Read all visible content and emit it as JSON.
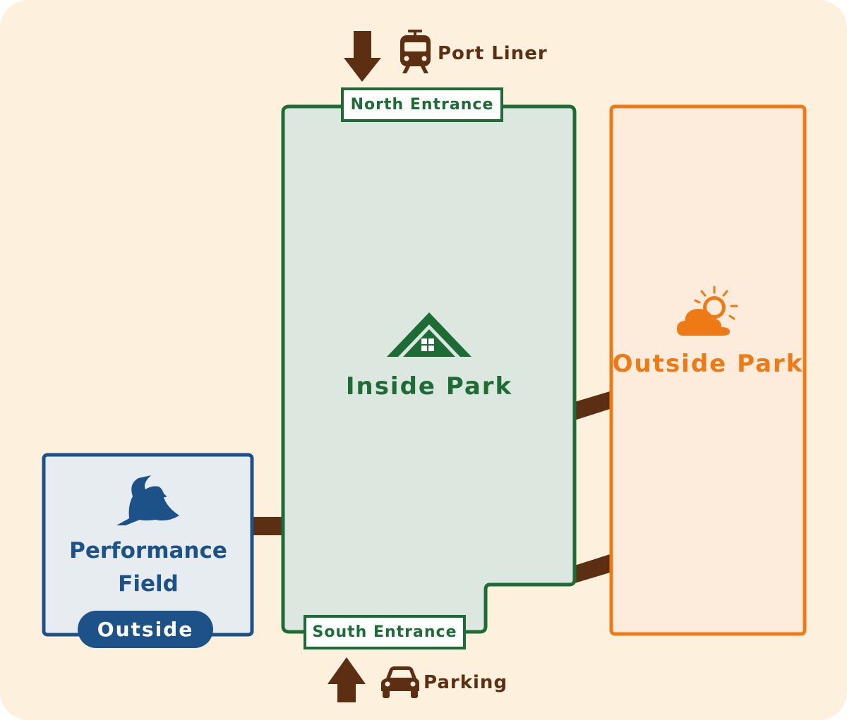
{
  "map": {
    "transport_north": {
      "label": "Port Liner",
      "icon": "tram-icon"
    },
    "transport_south": {
      "label": "Parking",
      "icon": "car-icon"
    },
    "north_entrance": {
      "label": "North Entrance"
    },
    "south_entrance": {
      "label": "South Entrance"
    },
    "inside_park": {
      "label": "Inside Park",
      "icon": "house-icon"
    },
    "outside_park": {
      "label": "Outside Park",
      "icon": "sun-cloud-icon"
    },
    "performance_field": {
      "label_line1": "Performance",
      "label_line2": "Field",
      "badge": "Outside",
      "icon": "bird-icon"
    }
  },
  "colors": {
    "background": "#fdf0dd",
    "inside_fill": "#dce8df",
    "inside_stroke": "#1d6b35",
    "outside_fill": "#fdebdb",
    "outside_stroke": "#ee7a16",
    "field_fill": "#e7ecf0",
    "field_stroke": "#1d5289",
    "brown": "#5c2f13"
  }
}
